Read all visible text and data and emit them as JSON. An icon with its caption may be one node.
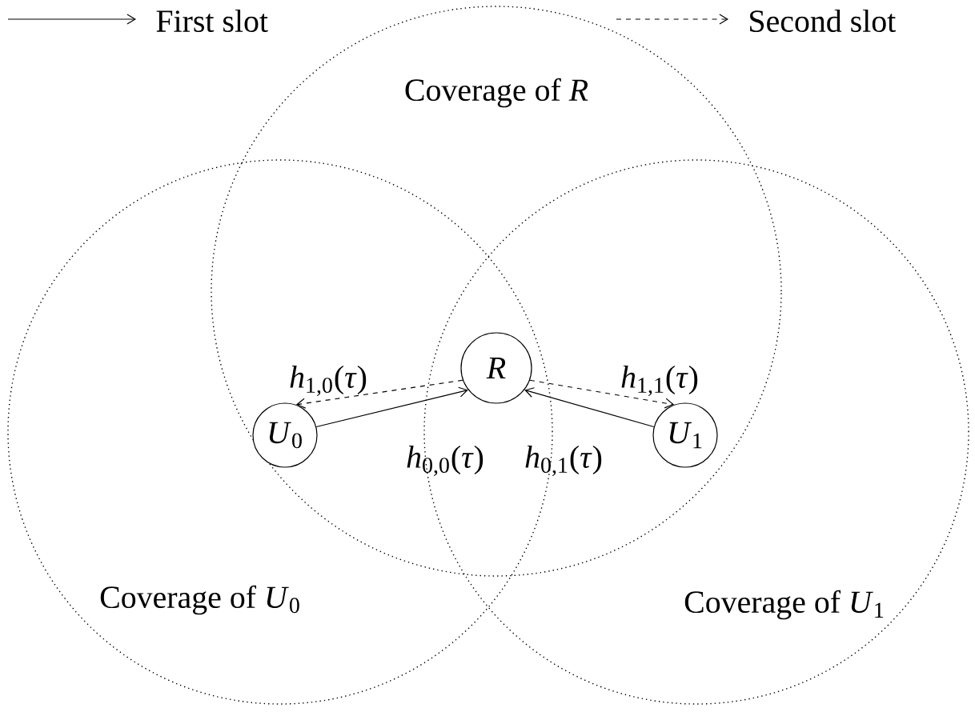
{
  "diagram": {
    "nodes": [
      {
        "text": [
          "R"
        ]
      },
      {
        "text": [
          "*U*$_{0}$"
        ]
      },
      {
        "text": [
          "*U*$_{1}$"
        ]
      }
    ],
    "edges": [
      {
        "from": 1,
        "to": 0,
        "arrow": "to",
        "label": "*h*$_{0,0}$(*τ*)"
      },
      {
        "from": 2,
        "to": 0,
        "arrow": "to",
        "label": "*h*$_{0,1}$(*τ*)"
      },
      {
        "from": 0,
        "to": 1,
        "arrow": "to",
        "style": "dashed",
        "label": "*h*$_{1,0}$(*τ*)"
      },
      {
        "from": 0,
        "to": 2,
        "arrow": "to",
        "style": "dashed",
        "label": "*h*$_{1,1}$(*τ*)"
      }
    ],
    "labels": [
      "Coverage of *R*",
      "Coverage of *U*$_{0}$",
      "Coverage of *U*$_{1}$"
    ],
    "legend": [
      {
        "text": "First slot"
      },
      {
        "text": "Second slot"
      }
    ]
  }
}
